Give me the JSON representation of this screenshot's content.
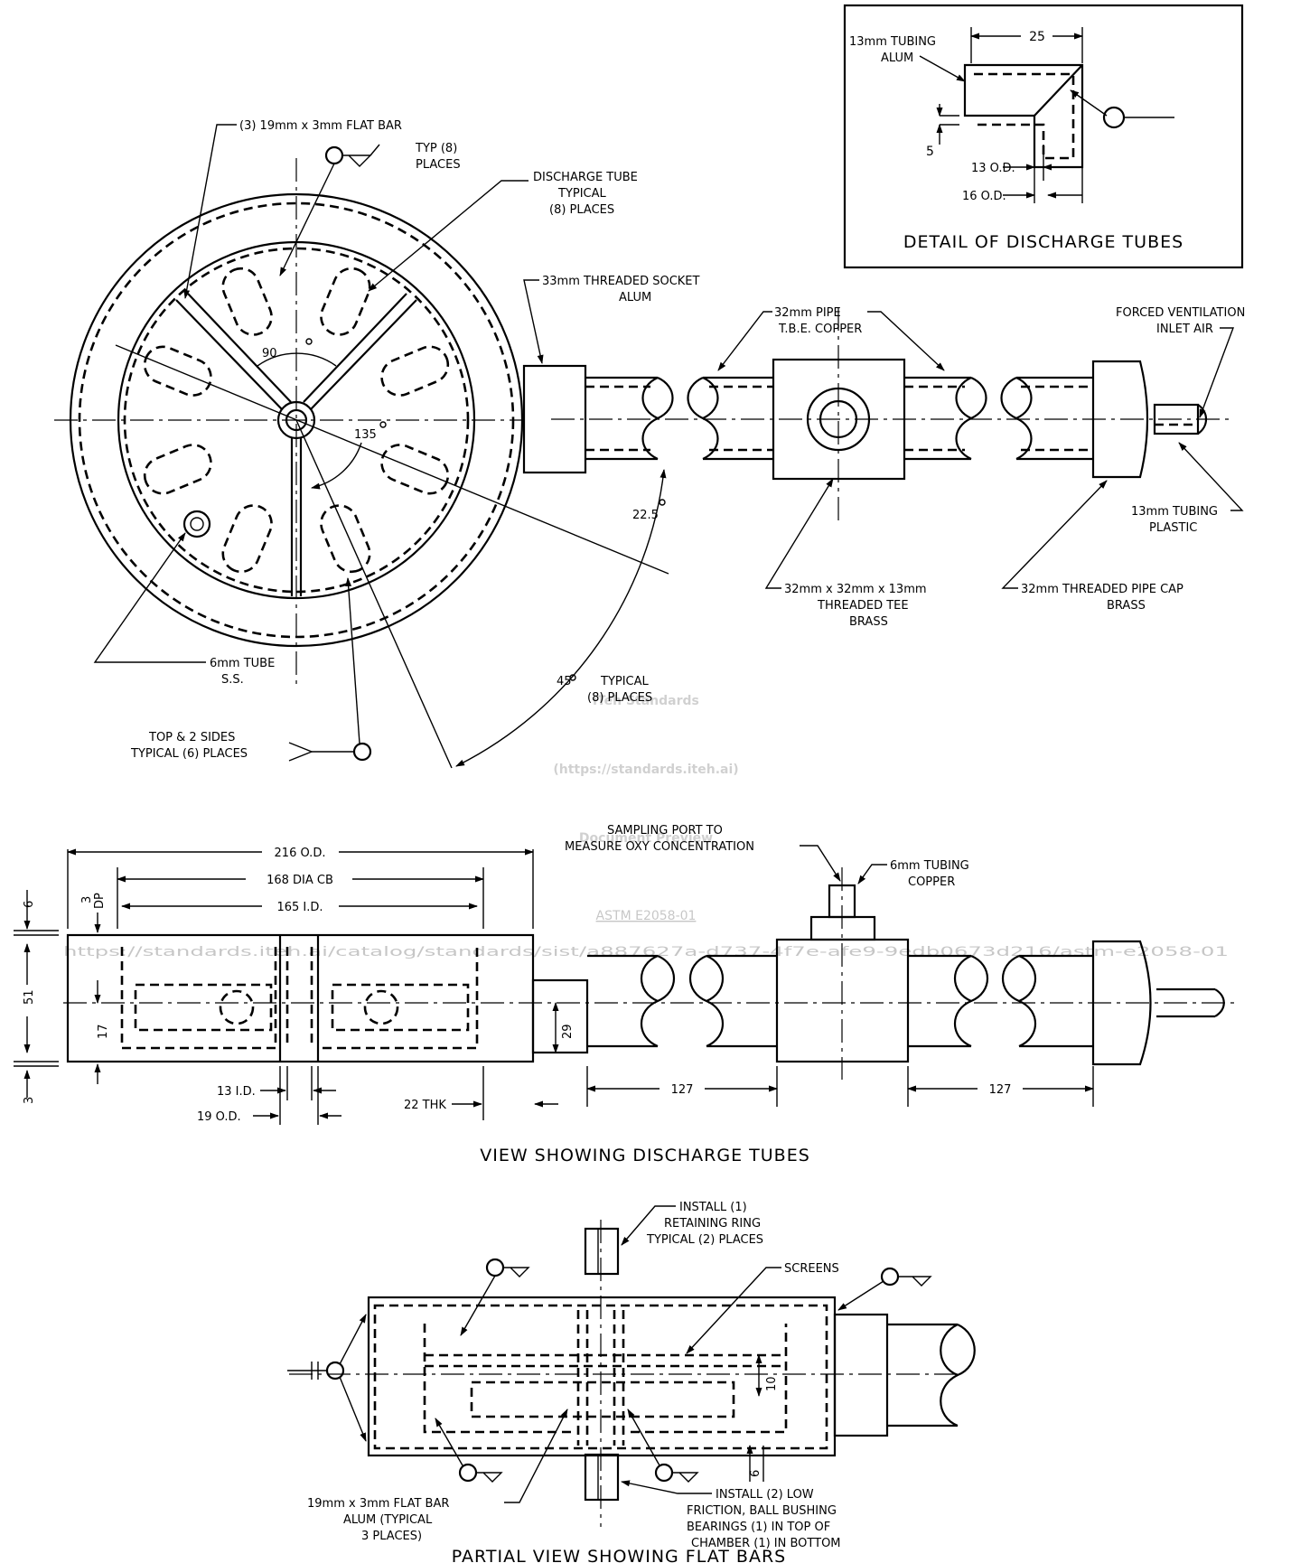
{
  "watermark": {
    "line1": "iTeh Standards",
    "line2": "(https://standards.iteh.ai)",
    "line3": "Document Preview",
    "std": "ASTM E2058-01",
    "url": "https://standards.iteh.ai/catalog/standards/sist/a887627a-d737-4f7e-afe9-9edb0673d216/astm-e2058-01"
  },
  "detail": {
    "tubing_1": "13mm TUBING",
    "tubing_2": "ALUM",
    "dim_25": "25",
    "dim_5": "5",
    "dim_13od": "13 O.D.",
    "dim_16od": "16 O.D.",
    "caption": "DETAIL OF DISCHARGE TUBES"
  },
  "top": {
    "flat_bar": "(3) 19mm x 3mm FLAT BAR",
    "typ8_1": "TYP (8)",
    "typ8_2": "PLACES",
    "dt_1": "DISCHARGE TUBE",
    "dt_2": "TYPICAL",
    "dt_3": "(8) PLACES",
    "socket_1": "33mm THREADED SOCKET",
    "socket_2": "ALUM",
    "pipe_1": "32mm PIPE",
    "pipe_2": "T.B.E.  COPPER",
    "fv_1": "FORCED VENTILATION",
    "fv_2": "INLET AIR",
    "ang90": "90",
    "ang135": "135",
    "ang225": "22.5",
    "plastic_1": "13mm TUBING",
    "plastic_2": "PLASTIC",
    "tee_1": "32mm x 32mm x 13mm",
    "tee_2": "THREADED TEE",
    "tee_3": "BRASS",
    "cap_1": "32mm THREADED PIPE CAP",
    "cap_2": "BRASS",
    "tube6_1": "6mm TUBE",
    "tube6_2": "S.S.",
    "ang45_a": "45",
    "ang45_b": "TYPICAL",
    "ang45_c": "(8) PLACES",
    "top2_1": "TOP & 2 SIDES",
    "top2_2": "TYPICAL (6) PLACES"
  },
  "mid": {
    "sampling_1": "SAMPLING PORT TO",
    "sampling_2": "MEASURE OXY CONCENTRATION",
    "tubing6_1": "6mm TUBING",
    "tubing6_2": "COPPER",
    "d216": "216 O.D.",
    "d168": "168 DIA CB",
    "d165": "165 I.D.",
    "d6": "6",
    "d3dp_1": "3",
    "d3dp_2": "DP",
    "d51": "51",
    "d17": "17",
    "d3": "3",
    "d29": "29",
    "d13id": "13 I.D.",
    "d19od": "19 O.D.",
    "d22": "22 THK",
    "d127a": "127",
    "d127b": "127",
    "caption": "VIEW SHOWING DISCHARGE TUBES"
  },
  "bottom": {
    "install1_1": "INSTALL (1)",
    "install1_2": "RETAINING RING",
    "install1_3": "TYPICAL (2) PLACES",
    "screens": "SCREENS",
    "d10": "10",
    "d6": "6",
    "install2_1": "INSTALL (2) LOW",
    "install2_2": "FRICTION, BALL BUSHING",
    "install2_3": "BEARINGS (1) IN TOP OF",
    "install2_4": "CHAMBER (1) IN BOTTOM",
    "fb_1": "19mm x 3mm FLAT BAR",
    "fb_2": "ALUM (TYPICAL",
    "fb_3": "3 PLACES)",
    "caption": "PARTIAL VIEW SHOWING FLAT BARS"
  }
}
